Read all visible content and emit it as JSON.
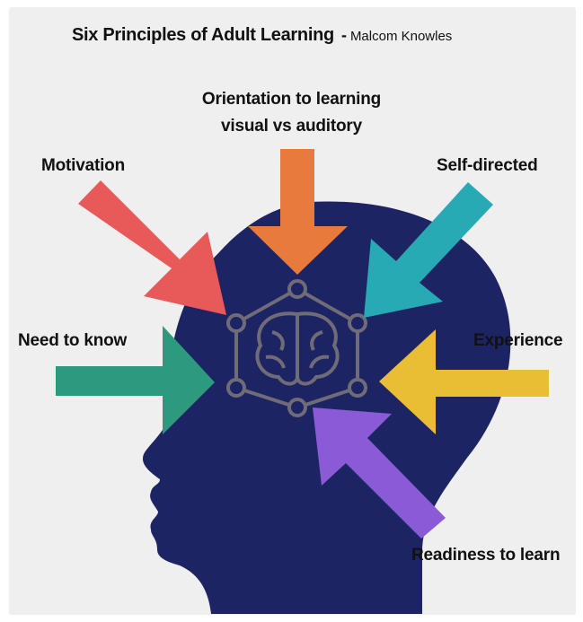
{
  "title": {
    "text": "Six Principles of Adult Learning",
    "separator": "-",
    "author": "Malcom Knowles"
  },
  "principles": {
    "orientation": {
      "line1": "Orientation to learning",
      "line2": "visual vs auditory",
      "color": "#e87b3c"
    },
    "motivation": {
      "label": "Motivation",
      "color": "#e85a5a"
    },
    "self_directed": {
      "label": "Self-directed",
      "color": "#27aab3"
    },
    "need_to_know": {
      "label": "Need to know",
      "color": "#2e9a7d"
    },
    "experience": {
      "label": "Experience",
      "color": "#e9bd34"
    },
    "readiness": {
      "label": "Readiness to learn",
      "color": "#8b5ad6"
    }
  },
  "colors": {
    "head": "#1d2463",
    "background": "#efefef",
    "brain_icon": "#6f6c78"
  },
  "icons": [
    "head-silhouette",
    "brain-network-icon"
  ]
}
